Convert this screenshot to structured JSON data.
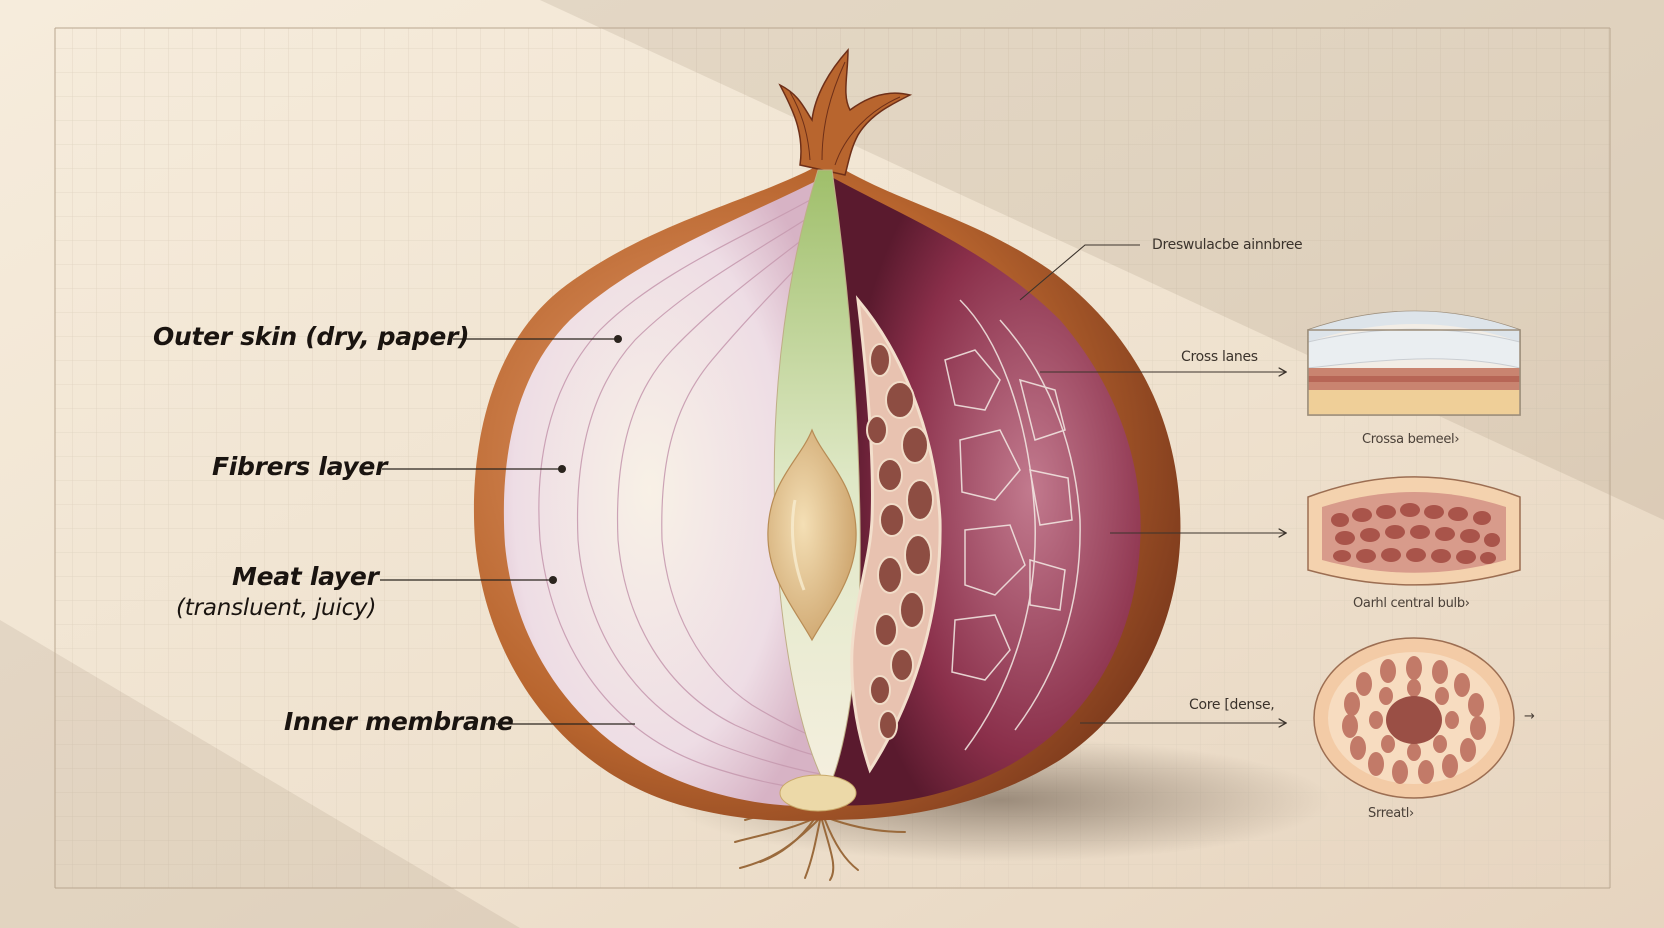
{
  "labels": {
    "outer_skin": "Outer skin (dry, paper)",
    "fibrers": "Fibrers layer",
    "meat": "Meat layer",
    "meat_sub": "(transluent, juicy)",
    "inner_membrane": "Inner membrane"
  },
  "callouts": {
    "top": "Dreswulacbe ainnbree",
    "cross_lanes": "Cross lanes",
    "panel1_caption": "Crossa bemeel›",
    "core": "Core [dense,",
    "panel2_caption": "Oarhl central bulb›",
    "panel3_caption": "Srreatl›",
    "side_arrow": "→"
  },
  "colors": {
    "background": "#efe4d4",
    "grid": "#d9cbb8",
    "outer_skin": "#b8652e",
    "purple_flesh": "#8a2f4a",
    "pale_flesh": "#e9d3df",
    "core": "#e3c68f",
    "sprout": "#a9c27a",
    "cell": "#8d4d42"
  },
  "icons": {
    "arrows": "arrow-right-icon"
  }
}
